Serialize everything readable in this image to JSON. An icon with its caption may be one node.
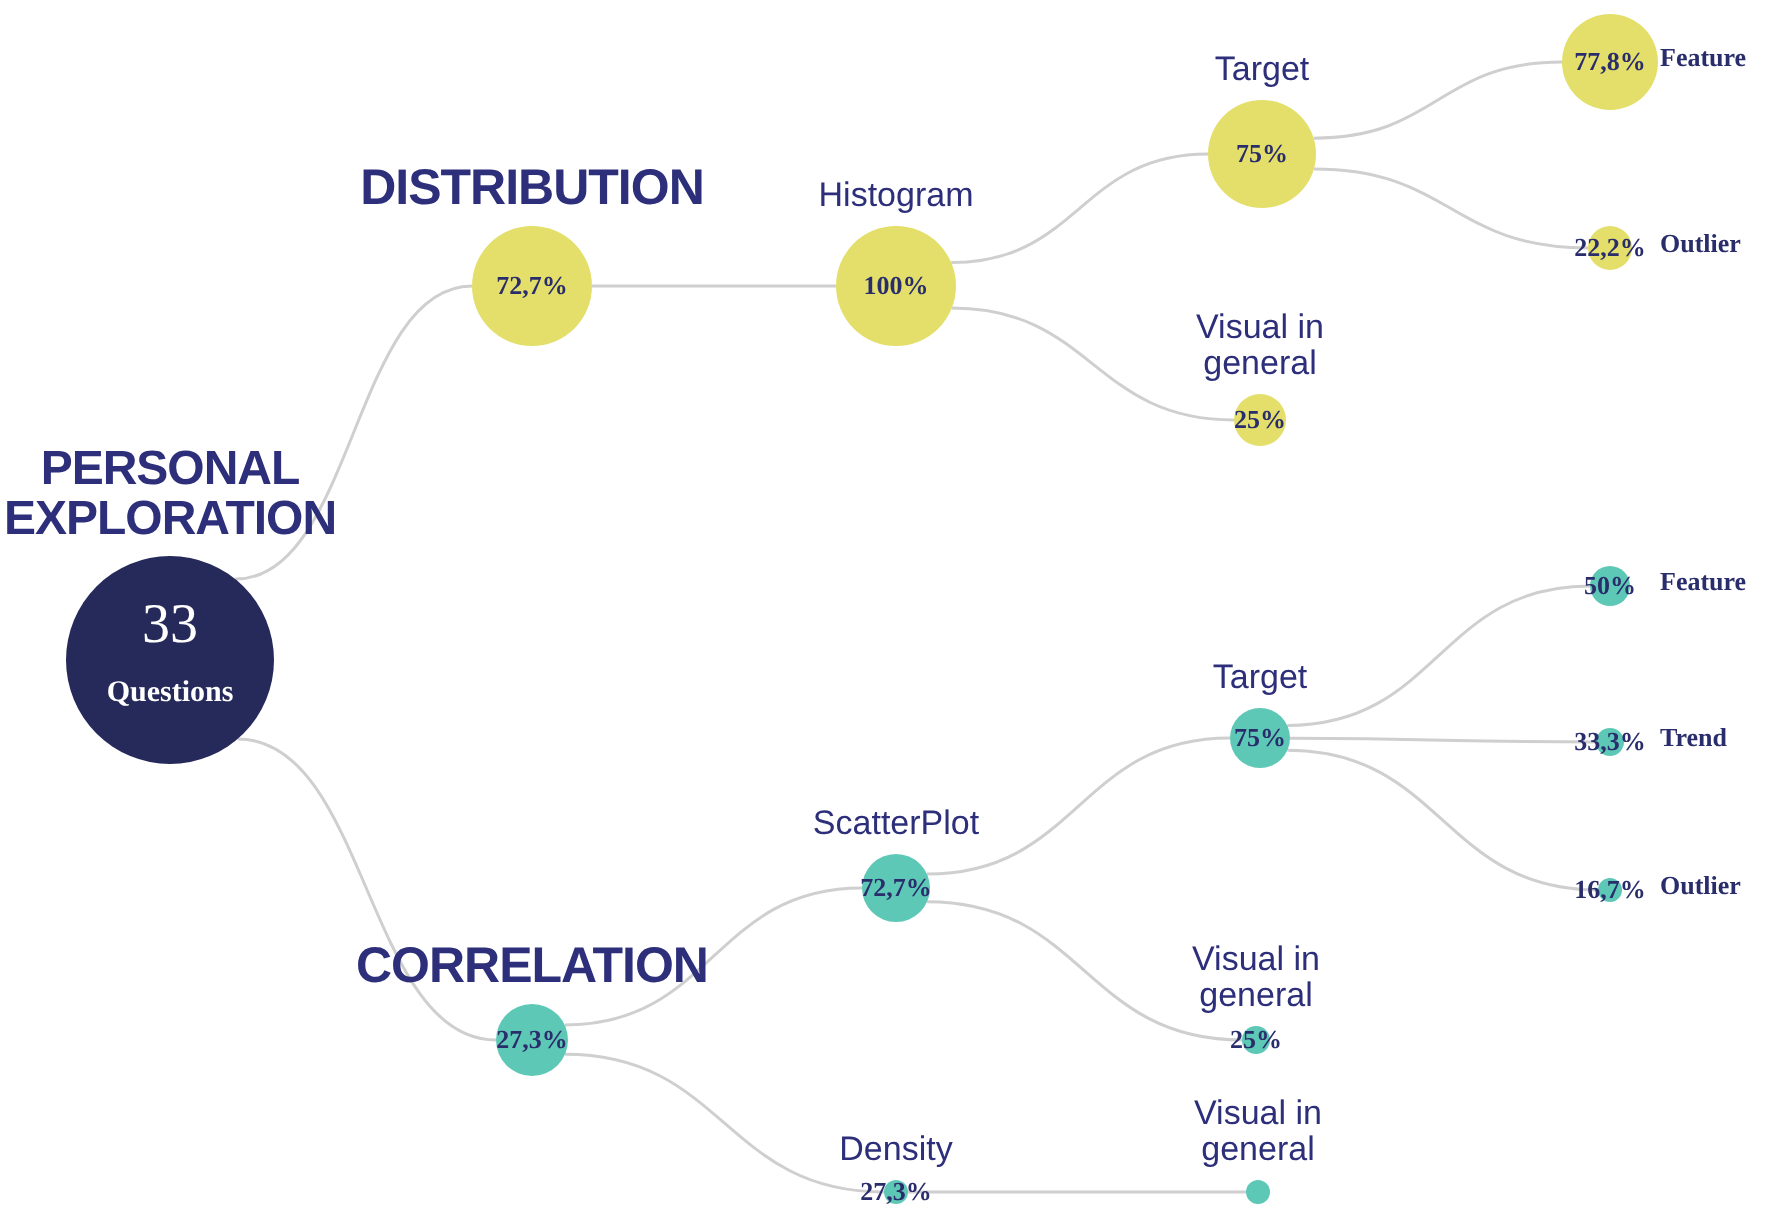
{
  "diagram": {
    "nodes": [
      {
        "text": [
          "PERSONAL EXPLORATION",
          "33",
          "Questions"
        ]
      },
      {
        "text": [
          "DISTRIBUTION",
          "72,7%"
        ]
      },
      {
        "text": [
          "Histogram",
          "100%"
        ]
      },
      {
        "text": [
          "Target",
          "75%"
        ]
      },
      {
        "text": [
          "Visual in general",
          "25%"
        ]
      },
      {
        "text": [
          "77,8%"
        ],
        "beside": [
          "Feature"
        ]
      },
      {
        "text": [
          "22,2%"
        ],
        "beside": [
          "Outlier"
        ]
      },
      {
        "text": [
          "CORRELATION",
          "27,3%"
        ]
      },
      {
        "text": [
          "ScatterPlot",
          "72,7%"
        ]
      },
      {
        "text": [
          "Density",
          "27,3%"
        ]
      },
      {
        "text": [
          "Target",
          "75%"
        ]
      },
      {
        "text": [
          "Visual in general",
          "25%"
        ]
      },
      {
        "text": [
          "Visual in general"
        ]
      },
      {
        "text": [
          "50%"
        ],
        "beside": [
          "Feature"
        ]
      },
      {
        "text": [
          "33,3%"
        ],
        "beside": [
          "Trend"
        ]
      },
      {
        "text": [
          "16,7%"
        ],
        "beside": [
          "Outlier"
        ]
      }
    ],
    "edges": [
      {
        "from": 0,
        "to": 1,
        "arrow": "none"
      },
      {
        "from": 1,
        "to": 2,
        "arrow": "none"
      },
      {
        "from": 2,
        "to": 3,
        "arrow": "none"
      },
      {
        "from": 2,
        "to": 4,
        "arrow": "none"
      },
      {
        "from": 3,
        "to": 5,
        "arrow": "none"
      },
      {
        "from": 3,
        "to": 6,
        "arrow": "none"
      },
      {
        "from": 0,
        "to": 7,
        "arrow": "none"
      },
      {
        "from": 7,
        "to": 8,
        "arrow": "none"
      },
      {
        "from": 7,
        "to": 9,
        "arrow": "none"
      },
      {
        "from": 8,
        "to": 10,
        "arrow": "none"
      },
      {
        "from": 8,
        "to": 11,
        "arrow": "none"
      },
      {
        "from": 9,
        "to": 12,
        "arrow": "none"
      },
      {
        "from": 10,
        "to": 13,
        "arrow": "none"
      },
      {
        "from": 10,
        "to": 14,
        "arrow": "none"
      },
      {
        "from": 10,
        "to": 15,
        "arrow": "none"
      }
    ]
  }
}
